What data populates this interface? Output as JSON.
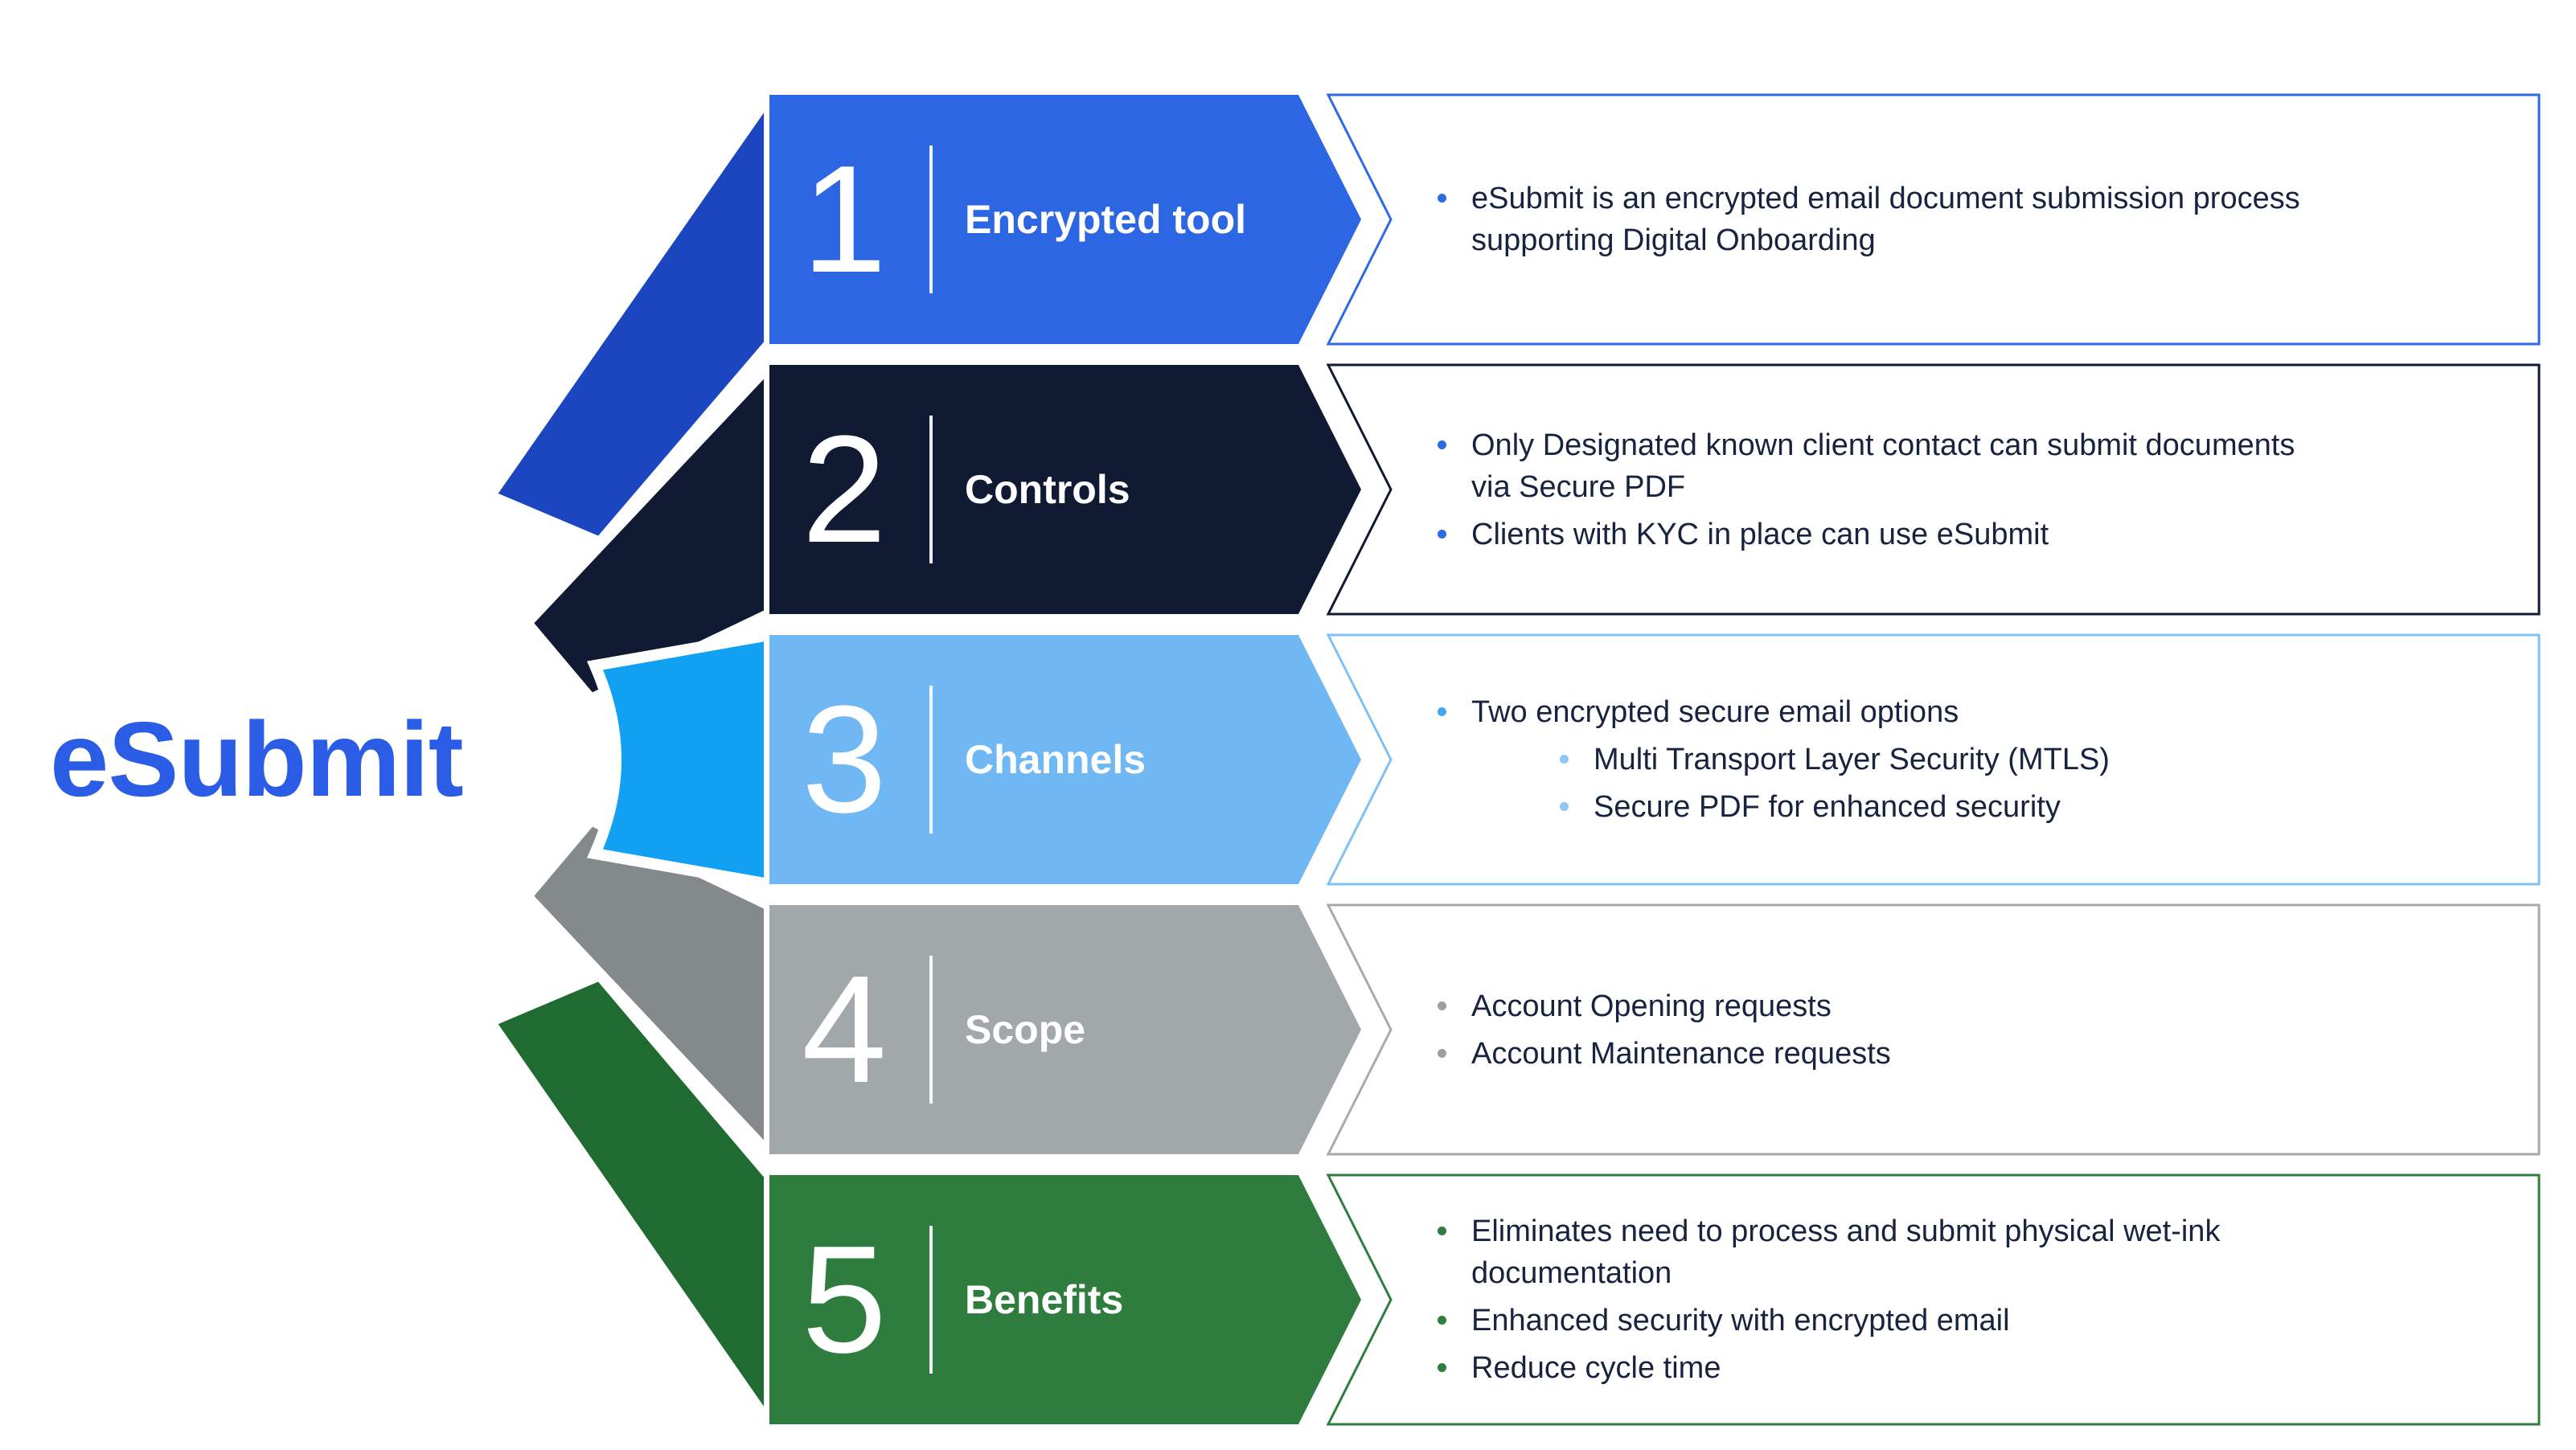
{
  "title": "eSubmit",
  "colors": {
    "title_text": "#2b5ce6",
    "detail_text": "#17233f",
    "row1_banner": "#2d66e2",
    "row1_tail": "#1b46bf",
    "row1_border": "#2e6ae4",
    "row1_bullet": "#2e6ae4",
    "row2_banner": "#101b33",
    "row2_tail": "#101b33",
    "row2_border": "#101b33",
    "row2_bullet": "#2e6ae4",
    "row3_banner": "#70b8f4",
    "row3_tail": "#12a0f2",
    "row3_border": "#7fc0f5",
    "row3_bullet": "#45a7f2",
    "row4_banner": "#a2a7aa",
    "row4_tail": "#84898c",
    "row4_border": "#a7abae",
    "row4_bullet": "#9aa0a4",
    "row5_banner": "#2e7d3e",
    "row5_tail": "#1f6b31",
    "row5_border": "#2f7d3f",
    "row5_bullet": "#2f7d3f"
  },
  "rows": [
    {
      "number": "1",
      "label": "Encrypted tool",
      "bullets": [
        {
          "level": 1,
          "text": "eSubmit is an encrypted email document submission process\nsupporting Digital Onboarding"
        }
      ]
    },
    {
      "number": "2",
      "label": "Controls",
      "bullets": [
        {
          "level": 1,
          "text": "Only Designated known client contact can submit documents\nvia Secure PDF"
        },
        {
          "level": 1,
          "text": "Clients with KYC in place can use eSubmit"
        }
      ]
    },
    {
      "number": "3",
      "label": "Channels",
      "bullets": [
        {
          "level": 1,
          "text": "Two encrypted secure email options"
        },
        {
          "level": 2,
          "text": "Multi Transport Layer Security (MTLS)"
        },
        {
          "level": 2,
          "text": "Secure PDF for enhanced security"
        }
      ]
    },
    {
      "number": "4",
      "label": "Scope",
      "bullets": [
        {
          "level": 1,
          "text": "Account Opening requests"
        },
        {
          "level": 1,
          "text": "Account Maintenance requests"
        }
      ]
    },
    {
      "number": "5",
      "label": "Benefits",
      "bullets": [
        {
          "level": 1,
          "text": "Eliminates need to process and submit physical wet-ink\ndocumentation"
        },
        {
          "level": 1,
          "text": "Enhanced security with encrypted email"
        },
        {
          "level": 1,
          "text": "Reduce cycle time"
        }
      ]
    }
  ]
}
